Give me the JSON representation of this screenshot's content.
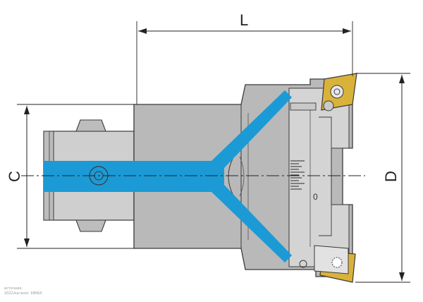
{
  "dimensions": {
    "length": "L",
    "shank_diameter": "C",
    "bore_diameter": "D"
  },
  "scale_mark": "0",
  "source_note": {
    "line1": "источник:",
    "line2": "2022/каталог 18КБХ"
  },
  "colors": {
    "body": "#b7b7b7",
    "body_light": "#d2d2d2",
    "coolant": "#1b9ad6",
    "insert": "#d9b23a",
    "outline": "#3a3a3a",
    "dim_line": "#222222"
  }
}
